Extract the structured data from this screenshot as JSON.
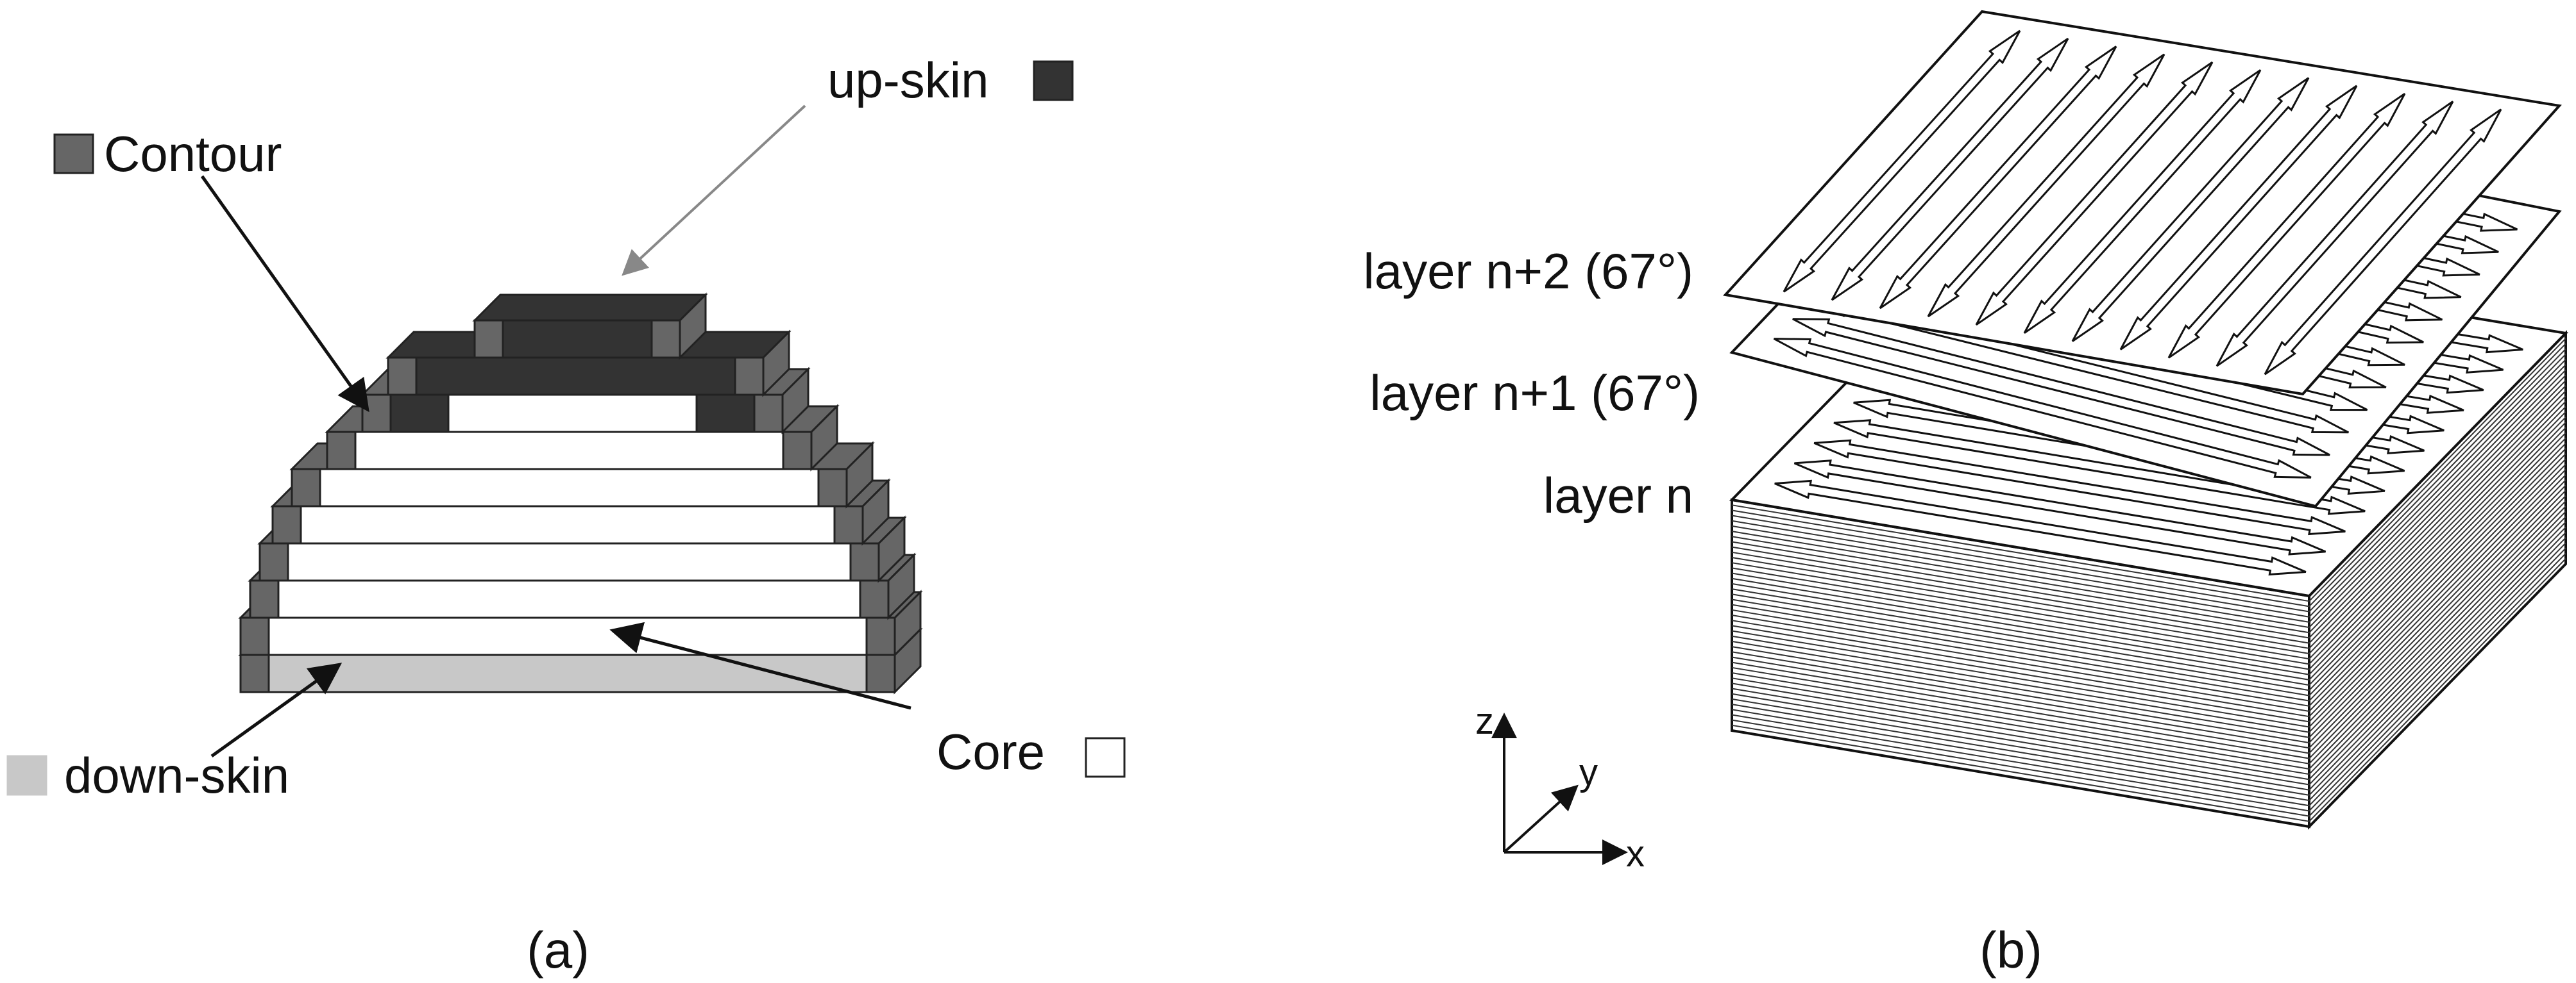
{
  "panel_a": {
    "caption": "(a)",
    "labels": {
      "up_skin": "up-skin",
      "contour": "Contour",
      "down_skin": "down-skin",
      "core": "Core"
    },
    "colors": {
      "contour": "#666666",
      "up_skin": "#333333",
      "down_skin": "#c8c8c8",
      "core": "#ffffff",
      "outline": "#222222"
    }
  },
  "panel_b": {
    "caption": "(b)",
    "layer_labels": {
      "layer_n2": "layer n+2 (67°)",
      "layer_n1": "layer n+1 (67°)",
      "layer_n": "layer n"
    },
    "axes": {
      "x": "x",
      "y": "y",
      "z": "z"
    },
    "colors": {
      "lines": "#222222",
      "fill": "#ffffff"
    }
  }
}
